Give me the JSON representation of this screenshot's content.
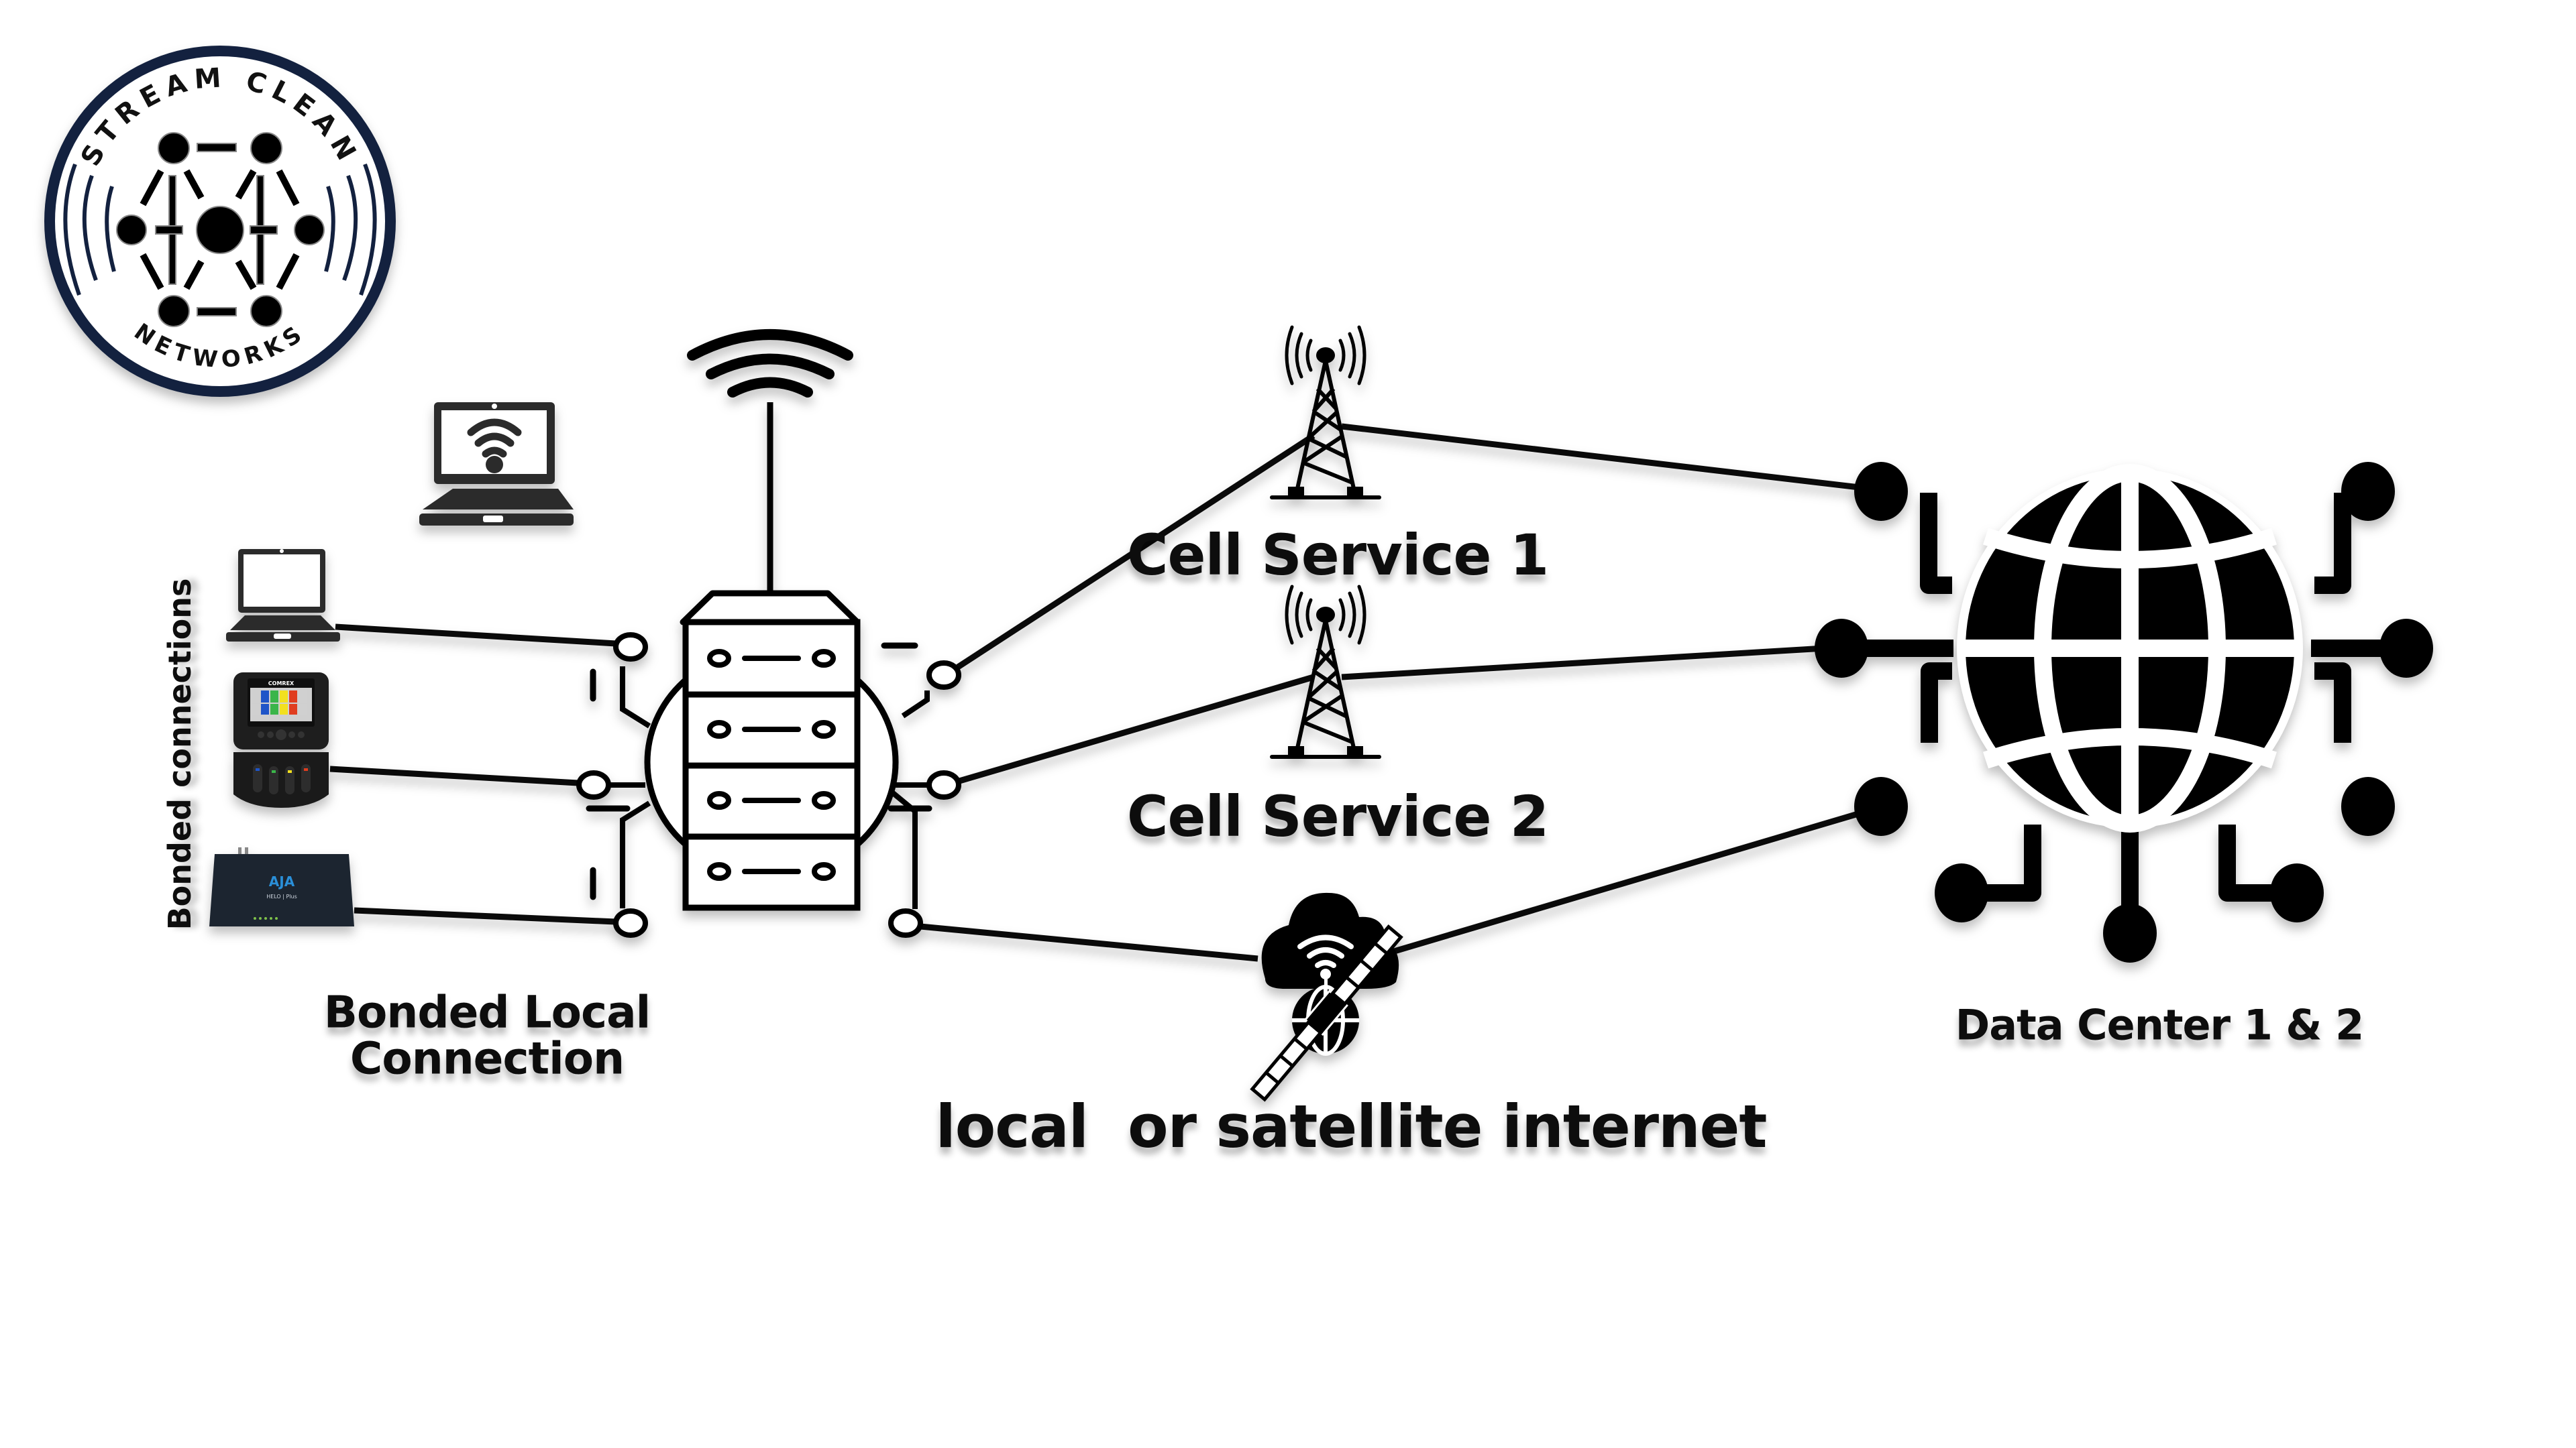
{
  "logo": {
    "top_text": "STREAM CLEAN",
    "bottom_text": "NETWORKS",
    "ring_color": "#13213f",
    "icon": "network-hexagon-icon"
  },
  "devices": {
    "group_label": "Bonded connections",
    "items": [
      {
        "name": "wifi-laptop",
        "icon": "laptop-wifi-icon"
      },
      {
        "name": "laptop",
        "icon": "laptop-icon"
      },
      {
        "name": "comrex-codec",
        "icon": "audio-codec-device-icon",
        "brand": "COMREX"
      },
      {
        "name": "aja-helo-plus",
        "icon": "stream-encoder-device-icon",
        "brand": "AJA",
        "model": "HELO | Plus"
      }
    ]
  },
  "router": {
    "label_line1": "Bonded Local",
    "label_line2": "Connection",
    "icon": "server-router-icon",
    "antenna_icon": "wifi-signal-icon"
  },
  "paths": {
    "cell1": {
      "label": "Cell Service 1",
      "icon": "cell-tower-icon"
    },
    "cell2": {
      "label": "Cell Service 2",
      "icon": "cell-tower-icon"
    },
    "internet": {
      "label": "local  or satellite internet",
      "icon": "cloud-satellite-icon"
    }
  },
  "datacenter": {
    "label": "Data Center 1 & 2",
    "icon": "globe-network-icon"
  },
  "connections": [
    {
      "from": "laptop",
      "to": "router"
    },
    {
      "from": "comrex-codec",
      "to": "router"
    },
    {
      "from": "aja-helo-plus",
      "to": "router"
    },
    {
      "from": "router",
      "to": "cell1"
    },
    {
      "from": "router",
      "to": "cell2"
    },
    {
      "from": "router",
      "to": "internet"
    },
    {
      "from": "cell1",
      "to": "datacenter"
    },
    {
      "from": "cell2",
      "to": "datacenter"
    },
    {
      "from": "internet",
      "to": "datacenter"
    }
  ]
}
